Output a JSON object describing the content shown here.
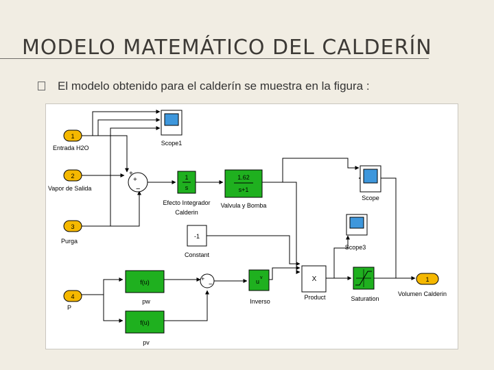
{
  "slide": {
    "title": "MODELO MATEMÁTICO DEL CALDERÍN",
    "bullet": "El modelo obtenido para el calderín se muestra en la figura :"
  },
  "diagram": {
    "inports": [
      {
        "num": "1",
        "label": "Entrada H2O"
      },
      {
        "num": "2",
        "label": "Vapor de Salida"
      },
      {
        "num": "3",
        "label": "Purga"
      },
      {
        "num": "4",
        "label": "P"
      }
    ],
    "outport": {
      "num": "1",
      "label": "Volumen Calderin"
    },
    "blocks": {
      "scope1": "Scope1",
      "scope": "Scope",
      "scope3": "Scope3",
      "integrator_num": "1",
      "integrator_den": "s",
      "integrator_label_1": "Efecto Integrador",
      "integrator_label_2": "Calderin",
      "tf_num": "1.62",
      "tf_den": "s+1",
      "tf_label": "Valvula y Bomba",
      "constant_value": "-1",
      "constant_label": "Constant",
      "fcn_text": "f(u)",
      "fcn1_label": "pw",
      "fcn2_label": "pv",
      "math_text": "u",
      "math_exp": "v",
      "math_label": "Inverso",
      "product_text": "X",
      "product_label": "Product",
      "saturation_label": "Saturation"
    },
    "colors": {
      "inport": "#f5b800",
      "green_block": "#1fb01f",
      "scope_screen": "#3e97dc",
      "line": "#000000"
    }
  }
}
